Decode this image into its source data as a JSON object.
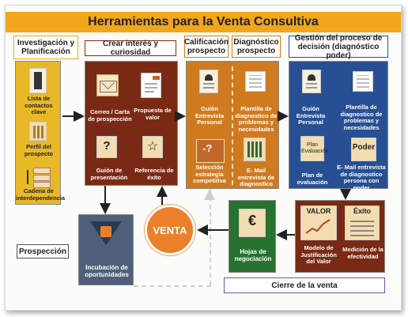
{
  "title": "Herramientas para la Venta Consultiva",
  "headers": {
    "investigacion": "Investigación y Planificación",
    "crear": "Crear interés y curiosidad",
    "calificacion": "Calificación prospecto",
    "diagnostico": "Diagnóstico prospecto",
    "gestion": "Gestión del proceso de decisión (diagnóstico poder)",
    "prospeccion": "Prospección",
    "cierre": "Cierre de la venta"
  },
  "investigacion_items": [
    {
      "label": "Lista de contactos clave",
      "icon": "contact-list-icon"
    },
    {
      "label": "Perfil del prospecto",
      "icon": "building-icon"
    },
    {
      "label": "Cadena de interdependencia",
      "icon": "chain-icon"
    }
  ],
  "crear_items": [
    {
      "label": "Correo / Carta de prospección",
      "icon": "envelope-icon"
    },
    {
      "label": "Propuesta de valor",
      "icon": "document-icon"
    },
    {
      "label": "Guión de presentación",
      "icon": "question-icon"
    },
    {
      "label": "Referencia de éxito",
      "icon": "star-icon"
    }
  ],
  "calificacion_items": [
    {
      "label": "Guión Entrevista Personal",
      "icon": "guide-icon"
    },
    {
      "label": "Selección estrategia competitiva",
      "icon": "strategy-icon"
    }
  ],
  "diagnostico_items": [
    {
      "label": "Plantilla de diagnostico de problemas y necesidades",
      "icon": "template-icon"
    },
    {
      "label": "E- Mail entrevista de diagnostico",
      "icon": "email-icon"
    }
  ],
  "gestion_items": [
    {
      "label": "Guión Entrevista Personal",
      "icon": "guide-icon"
    },
    {
      "label": "Plantilla de diagnostico de problemas y necesidades",
      "icon": "template-icon"
    },
    {
      "label": "Plan de evaluación",
      "icon_text": "Plan Evaluación"
    },
    {
      "label": "E- Mail entrevista de diagnostico persona con poder",
      "icon_text": "Poder"
    }
  ],
  "cierre_items": [
    {
      "label": "Modelo de Justificación del Valor",
      "header": "VALOR"
    },
    {
      "label": "Medición de la efectividad",
      "header": "Éxito"
    }
  ],
  "hojas": {
    "label": "Hojas de negociación",
    "symbol": "€"
  },
  "venta": "VENTA",
  "incubacion": "Incubación de oportunidades",
  "colors": {
    "title_bg": "#f2a61a",
    "yellow_panel": "#e8b827",
    "brown_panel": "#7a2a14",
    "orange_panel": "#d07a20",
    "blue_panel": "#274f93",
    "green_panel": "#27722f",
    "gray_panel": "#4f5f79",
    "venta_circle": "#ec7f2a"
  }
}
